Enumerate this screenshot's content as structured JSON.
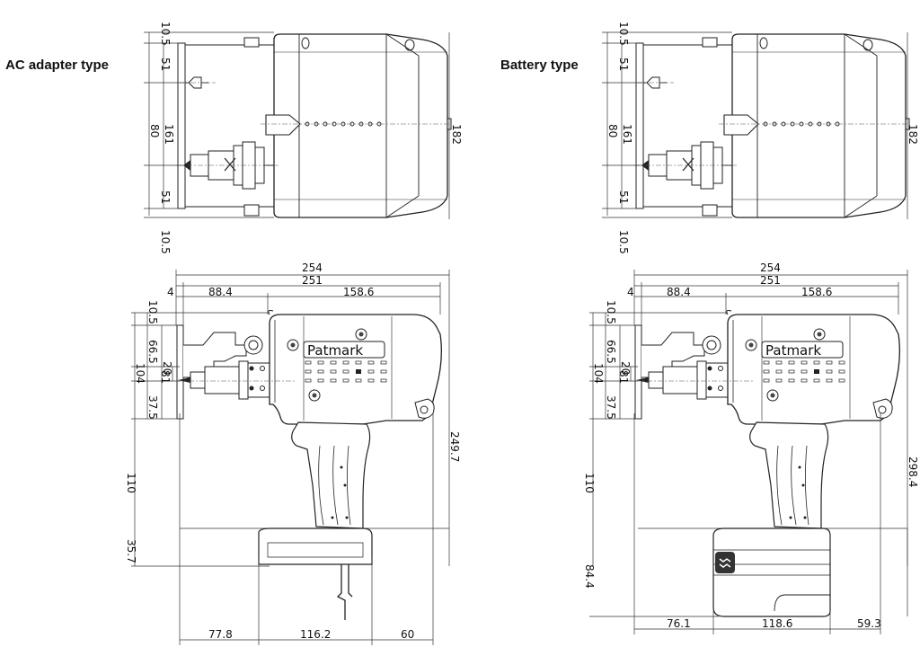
{
  "labels": {
    "ac_type": "AC adapter type",
    "battery_type": "Battery type",
    "brand": "Patmark"
  },
  "ac": {
    "top_view": {
      "left_dims": [
        "10.5",
        "51",
        "80",
        "51",
        "10.5"
      ],
      "inner_dim": "161",
      "height": "182"
    },
    "side_view": {
      "overall_width": "254",
      "body_width": "251",
      "nose": "4",
      "front_len": "88.4",
      "rear_len": "158.6",
      "left_outer": [
        "10.5",
        "66.5",
        "104",
        "37.5"
      ],
      "left_inner": [
        "20",
        "81"
      ],
      "lower_left": [
        "110",
        "35.7"
      ],
      "total_height": "249.7",
      "bottom_dims": [
        "77.8",
        "116.2",
        "60"
      ]
    }
  },
  "battery": {
    "top_view": {
      "left_dims": [
        "10.5",
        "51",
        "80",
        "51",
        "10.5"
      ],
      "inner_dim": "161",
      "height": "182"
    },
    "side_view": {
      "overall_width": "254",
      "body_width": "251",
      "nose": "4",
      "front_len": "88.4",
      "rear_len": "158.6",
      "left_outer": [
        "10.5",
        "66.5",
        "104",
        "37.5"
      ],
      "left_inner": [
        "20",
        "81"
      ],
      "lower_left": [
        "110",
        "84.4"
      ],
      "total_height": "298.4",
      "bottom_dims": [
        "76.1",
        "118.6",
        "59.3"
      ]
    }
  }
}
